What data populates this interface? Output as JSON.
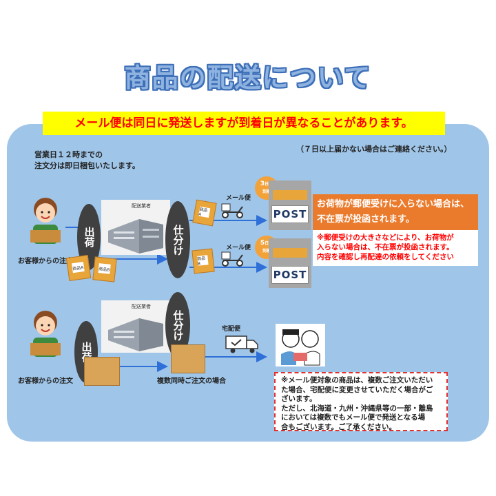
{
  "title": "商品の配送について",
  "banner": "メール便は同日に発送しますが到着日が異なることがあります。",
  "notice_7days": "（７日以上届かない場合はご連絡ください。）",
  "cutoff": [
    "営業日１２時までの",
    "注文分は即日梱包いたします。"
  ],
  "customer_label": "お客様からの注文",
  "ship_label": "出荷",
  "sort_label": "仕分け",
  "warehouse_label": "配送業者",
  "parcel_a": "商品A",
  "parcel_b": "商品B",
  "mail_label": "メール便",
  "takuhai_label": "宅配便",
  "multi_label": "複数同時ご注文の場合",
  "day3": {
    "num": "3",
    "unit": "日後",
    "sub": "到着"
  },
  "day5": {
    "num": "5",
    "unit": "日後",
    "sub": "到着"
  },
  "post_text": "POST",
  "orange_note": [
    "お荷物が郵便受けに入らない場合は、",
    "不在票が投函されます。"
  ],
  "red_note": [
    "※郵便受けの大きさなどにより、お荷物が",
    "入らない場合は、不在票が投函されます。",
    "内容を確認し再配達の依頼をしてください"
  ],
  "dashed_note": [
    "※メール便対象の商品は、複数ご注文いただい",
    "た場合、宅配便に変更させていただく場合がご",
    "ざいます。",
    "ただし、北海道・九州・沖縄県等の一部・離島",
    "においては複数でもメール便で発送となる場",
    "合もございます。ご了承ください。"
  ],
  "colors": {
    "panel": "#9fc5e8",
    "banner_bg": "#ffff00",
    "banner_text": "#ff0000",
    "orange": "#ea7b2c",
    "oval": "#404040"
  }
}
